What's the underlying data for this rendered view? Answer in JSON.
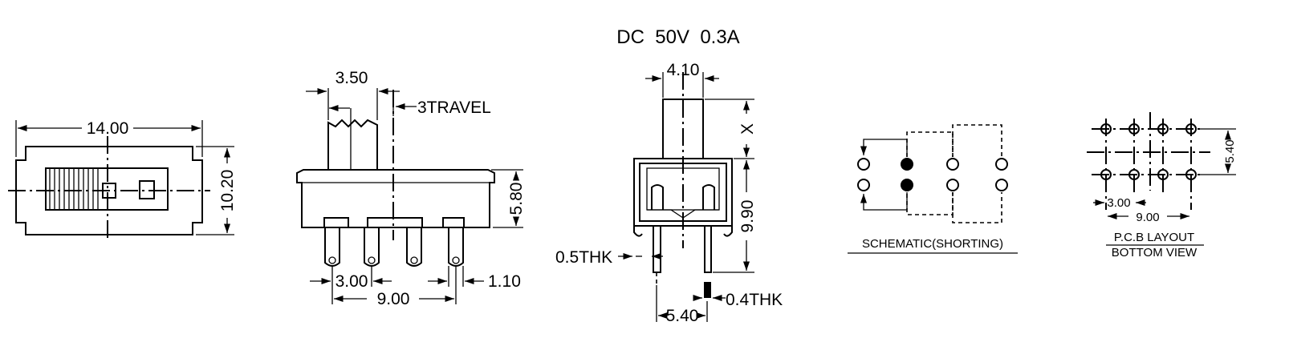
{
  "rating": "DC  50V  0.3A",
  "top_view": {
    "width": "14.00",
    "height": "10.20"
  },
  "front_view": {
    "knob_width": "3.50",
    "travel": "3TRAVEL",
    "body_height": "5.80",
    "pin_pitch": "3.00",
    "pin_span": "9.00",
    "pin_width": "1.10"
  },
  "side_view": {
    "top_width": "4.10",
    "knob_height": "X",
    "total_height": "9.90",
    "frame_thk": "0.5THK",
    "pin_thk": "0.4THK",
    "pin_spacing": "5.40"
  },
  "schematic": {
    "label": "SCHEMATIC(SHORTING)"
  },
  "pcb": {
    "row_spacing": "5.40",
    "pitch": "3.00",
    "span": "9.00",
    "label_line1": "P.C.B LAYOUT",
    "label_line2": "BOTTOM VIEW"
  }
}
